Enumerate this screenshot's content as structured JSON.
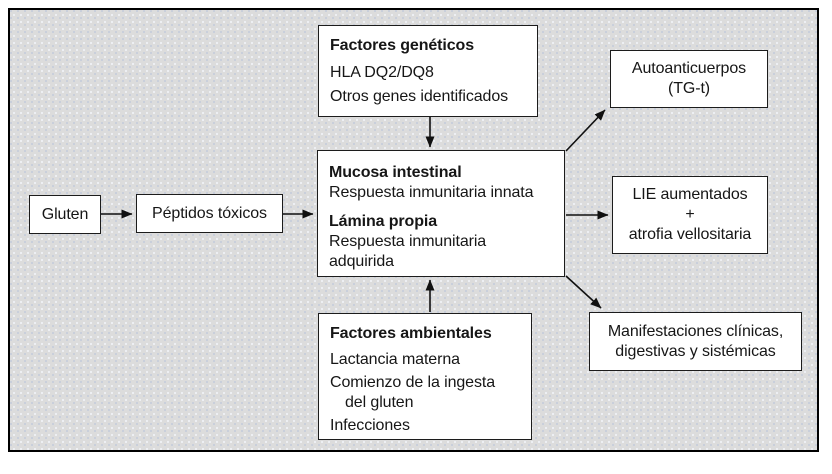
{
  "diagram": {
    "nodes": {
      "gluten": {
        "label": "Gluten"
      },
      "peptidos_toxicos": {
        "label": "Péptidos tóxicos"
      },
      "factores_geneticos": {
        "title": "Factores genéticos",
        "lines": [
          "HLA DQ2/DQ8",
          "Otros genes identificados"
        ]
      },
      "mucosa_lamina": {
        "section1_title": "Mucosa intestinal",
        "section1_text": "Respuesta inmunitaria innata",
        "section2_title": "Lámina propia",
        "section2_text": "Respuesta inmunitaria adquirida"
      },
      "factores_ambientales": {
        "title": "Factores ambientales",
        "lines": [
          "Lactancia materna",
          "Comienzo de la ingesta del gluten",
          "Infecciones"
        ]
      },
      "autoanticuerpos": {
        "line1": "Autoanticuerpos",
        "line2": "(TG-t)"
      },
      "lie": {
        "line1": "LIE aumentados",
        "line2": "+",
        "line3": "atrofia vellositaria"
      },
      "manifestaciones": {
        "text": "Manifestaciones clínicas, digestivas y sistémicas"
      }
    },
    "colors": {
      "background": "#dcdcdc",
      "box_fill": "#ffffff",
      "line": "#111111"
    }
  }
}
